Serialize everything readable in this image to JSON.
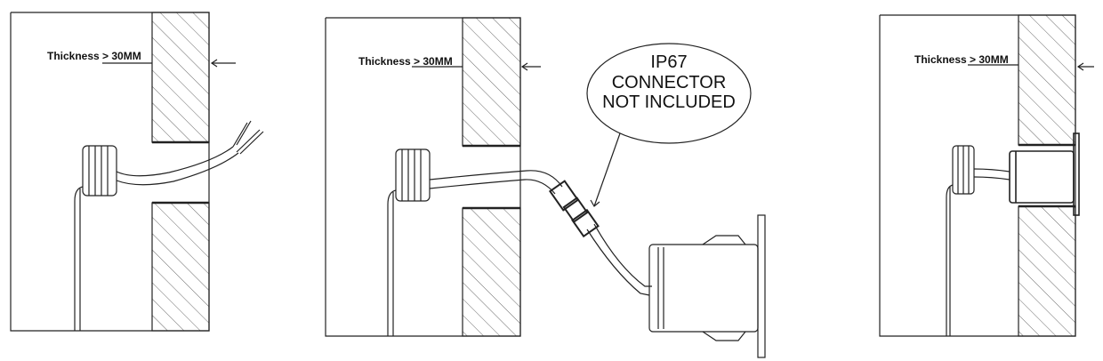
{
  "panels": [
    {
      "thickness_label": "Thickness > 30MM"
    },
    {
      "thickness_label": "Thickness > 30MM"
    },
    {
      "thickness_label": "Thickness > 30MM"
    }
  ],
  "callout": {
    "line1": "IP67",
    "line2": "CONNECTOR",
    "line3": "NOT INCLUDED"
  }
}
